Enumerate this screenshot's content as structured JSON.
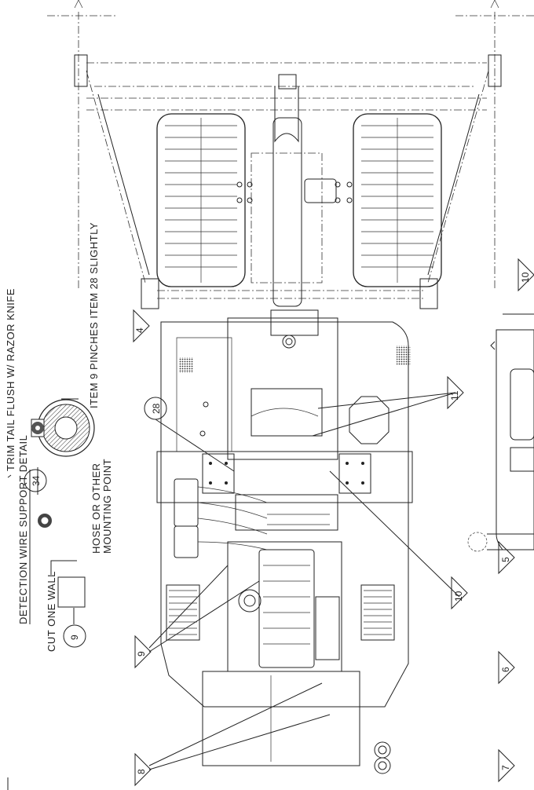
{
  "notes": {
    "title": "DETECTION WIRE SUPPORT DETAIL",
    "cut_one_wall": "CUT ONE WALL",
    "hose_mount_1": "HOSE OR OTHER",
    "hose_mount_2": "MOUNTING POINT",
    "item_pinch": "ITEM 9 PINCHES ITEM 28 SLIGHTLY",
    "trim_tail": "TRIM TAIL FLUSH W/ RAZOR KNIFE"
  },
  "balloons": {
    "b9": "9",
    "b34": "34",
    "b28": "28"
  },
  "triangles": {
    "t4": "4",
    "t11": "11",
    "t10a": "10",
    "t10b": "10",
    "t9": "9",
    "t8": "8",
    "t5": "5",
    "t6": "6",
    "t7": "7"
  }
}
